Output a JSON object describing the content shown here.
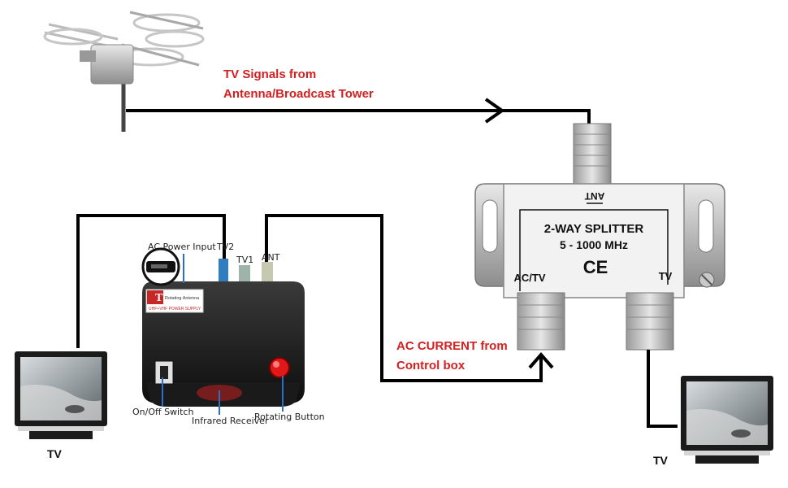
{
  "annotations": {
    "signals_line1": "TV Signals from",
    "signals_line2": "Antenna/Broadcast Tower",
    "current_line1": "AC CURRENT from",
    "current_line2": "Control box"
  },
  "control_box": {
    "ac_power_input": "AC Power Input",
    "tv2": "TV2",
    "tv1": "TV1",
    "ant": "ANT",
    "on_off_switch": "On/Off Switch",
    "infrared_receiver": "Infrared Receiver",
    "rotating_button": "Rotating Button",
    "brand_tv": "TV",
    "brand_name": "Rotating Antenna",
    "brand_sub": "UHF+VHF POWER SUPPLY"
  },
  "splitter": {
    "ant": "ANT",
    "title": "2-WAY SPLITTER",
    "range": "5 - 1000 MHz",
    "ce": "CE",
    "port_left": "AC/TV",
    "port_right": "TV"
  },
  "tv_left_label": "TV",
  "tv_right_label": "TV",
  "colors": {
    "accent_red": "#d42020",
    "wire": "#000000",
    "leader": "#2a70c8"
  }
}
